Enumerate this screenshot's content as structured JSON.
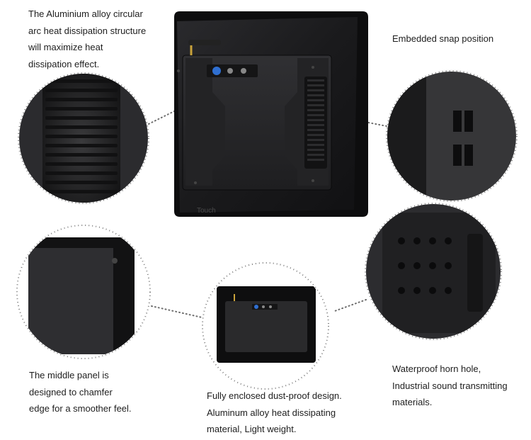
{
  "captions": {
    "heat_dissipation": {
      "lines": [
        "The Aluminium alloy circular",
        "arc heat dissipation structure",
        "will maximize heat",
        "dissipation effect."
      ]
    },
    "snap_position": {
      "lines": [
        "Embedded snap position"
      ]
    },
    "middle_panel": {
      "lines": [
        "The middle panel is",
        "designed to chamfer",
        "edge  for a smoother feel."
      ]
    },
    "dust_proof": {
      "lines": [
        "Fully enclosed dust-proof design.",
        "Aluminum alloy heat dissipating",
        "material, Light weight."
      ]
    },
    "horn_hole": {
      "lines": [
        "Waterproof horn hole,",
        "Industrial sound transmitting",
        "materials."
      ]
    }
  },
  "watermark": "Touch",
  "colors": {
    "device_body": "#1c1c1e",
    "device_edge": "#0c0c0d",
    "plate": "#2a2a2c",
    "accent_button": "#2f6fd1",
    "dots": "#6d6d6d"
  }
}
